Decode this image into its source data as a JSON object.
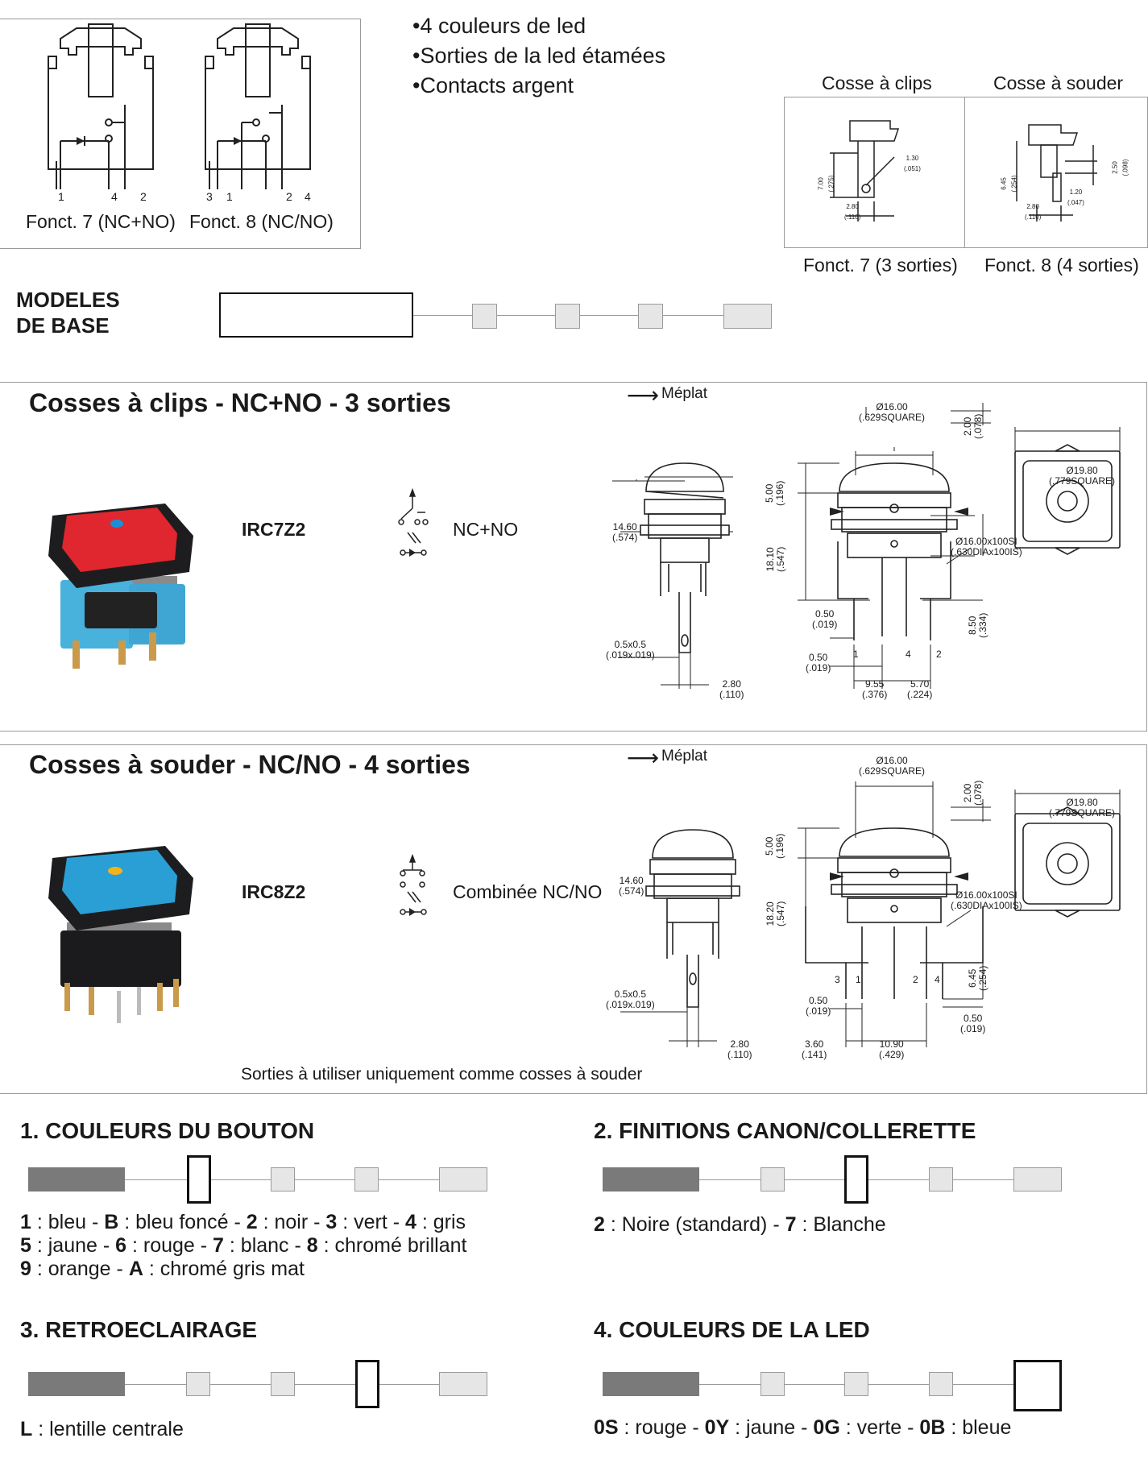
{
  "features": [
    "4 couleurs de led",
    "Sorties de la led étamées",
    "Contacts argent"
  ],
  "schematics": {
    "fonct7": {
      "label": "Fonct. 7 (NC+NO)",
      "pins": [
        "1",
        "4",
        "2"
      ]
    },
    "fonct8": {
      "label": "Fonct. 8 (NC/NO)",
      "pins": [
        "3",
        "1",
        "2",
        "4"
      ]
    }
  },
  "terminals": {
    "clips": {
      "header": "Cosse à clips",
      "footer": "Fonct. 7 (3 sorties)",
      "dims": [
        "7.00\n(.275)",
        "1.30\n(.051)",
        "2.80\n(.110)"
      ]
    },
    "souder": {
      "header": "Cosse à souder",
      "footer": "Fonct. 8 (4 sorties)",
      "dims": [
        "6.45\n(.254)",
        "2.50\n(.098)",
        "1.20\n(.047)",
        "2.80\n(.110)"
      ]
    }
  },
  "base_models": {
    "label_line1": "MODELES",
    "label_line2": "DE BASE"
  },
  "section1": {
    "title": "Cosses à clips - NC+NO - 3 sorties",
    "meplat": "Méplat",
    "model": "IRC7Z2",
    "function": "NC+NO",
    "button_color": "#e0262e",
    "led_color": "#1a8fd8",
    "dims": {
      "d1600": "Ø16.00\n(.629SQUARE)",
      "d200": "2.00\n(.078)",
      "d1980": "Ø19.80\n(.779SQUARE)",
      "d500": "5.00\n(.196)",
      "d1460": "14.60\n(.574)",
      "d1810": "18.10\n(.547)",
      "dthread": "Ø16.00x100SI\n(.630DIAx100IS)",
      "d050a": "0.50\n(.019)",
      "d850": "8.50\n(.334)",
      "d05x05": "0.5x0.5\n(.019x.019)",
      "d050b": "0.50\n(.019)",
      "d280": "2.80\n(.110)",
      "d955": "9.55\n(.376)",
      "d570": "5.70\n(.224)"
    },
    "pins": [
      "1",
      "4",
      "2"
    ]
  },
  "section2": {
    "title": "Cosses à souder - NC/NO - 4 sorties",
    "meplat": "Méplat",
    "model": "IRC8Z2",
    "function": "Combinée NC/NO",
    "note": "Sorties à utiliser uniquement comme cosses à souder",
    "button_color": "#2a9fd6",
    "led_color": "#f2b31c",
    "dims": {
      "d1600": "Ø16.00\n(.629SQUARE)",
      "d200": "2.00\n(.078)",
      "d1980": "Ø19.80\n(.779SQUARE)",
      "d500": "5.00\n(.196)",
      "d1460": "14.60\n(.574)",
      "d1820": "18.20\n(.547)",
      "dthread": "Ø16.00x100SI\n(.630DIAx100IS)",
      "d645": "6.45\n(.254)",
      "d05x05": "0.5x0.5\n(.019x.019)",
      "d050a": "0.50\n(.019)",
      "d050b": "0.50\n(.019)",
      "d280": "2.80\n(.110)",
      "d360": "3.60\n(.141)",
      "d1090": "10.90\n(.429)"
    },
    "pins": [
      "3",
      "1",
      "2",
      "4"
    ]
  },
  "options": {
    "o1": {
      "title": "1. COULEURS DU BOUTON",
      "lines": [
        [
          [
            "1",
            true
          ],
          [
            " : bleu - ",
            false
          ],
          [
            "B",
            true
          ],
          [
            " : bleu foncé - ",
            false
          ],
          [
            "2",
            true
          ],
          [
            " : noir - ",
            false
          ],
          [
            "3",
            true
          ],
          [
            " : vert - ",
            false
          ],
          [
            "4",
            true
          ],
          [
            " : gris",
            false
          ]
        ],
        [
          [
            "5",
            true
          ],
          [
            " : jaune - ",
            false
          ],
          [
            "6",
            true
          ],
          [
            " : rouge - ",
            false
          ],
          [
            "7",
            true
          ],
          [
            " : blanc - ",
            false
          ],
          [
            "8",
            true
          ],
          [
            " : chromé brillant",
            false
          ]
        ],
        [
          [
            "9",
            true
          ],
          [
            " : orange - ",
            false
          ],
          [
            "A",
            true
          ],
          [
            " : chromé gris mat",
            false
          ]
        ]
      ]
    },
    "o2": {
      "title": "2. FINITIONS CANON/COLLERETTE",
      "lines": [
        [
          [
            "2",
            true
          ],
          [
            " : Noire (standard) - ",
            false
          ],
          [
            "7",
            true
          ],
          [
            " : Blanche",
            false
          ]
        ]
      ]
    },
    "o3": {
      "title": "3. RETROECLAIRAGE",
      "lines": [
        [
          [
            "L",
            true
          ],
          [
            " : lentille centrale",
            false
          ]
        ]
      ]
    },
    "o4": {
      "title": "4. COULEURS DE LA LED",
      "lines": [
        [
          [
            "0S",
            true
          ],
          [
            " : rouge - ",
            false
          ],
          [
            "0Y",
            true
          ],
          [
            " : jaune - ",
            false
          ],
          [
            "0G",
            true
          ],
          [
            " : verte - ",
            false
          ],
          [
            "0B",
            true
          ],
          [
            " : bleue",
            false
          ]
        ]
      ]
    }
  }
}
